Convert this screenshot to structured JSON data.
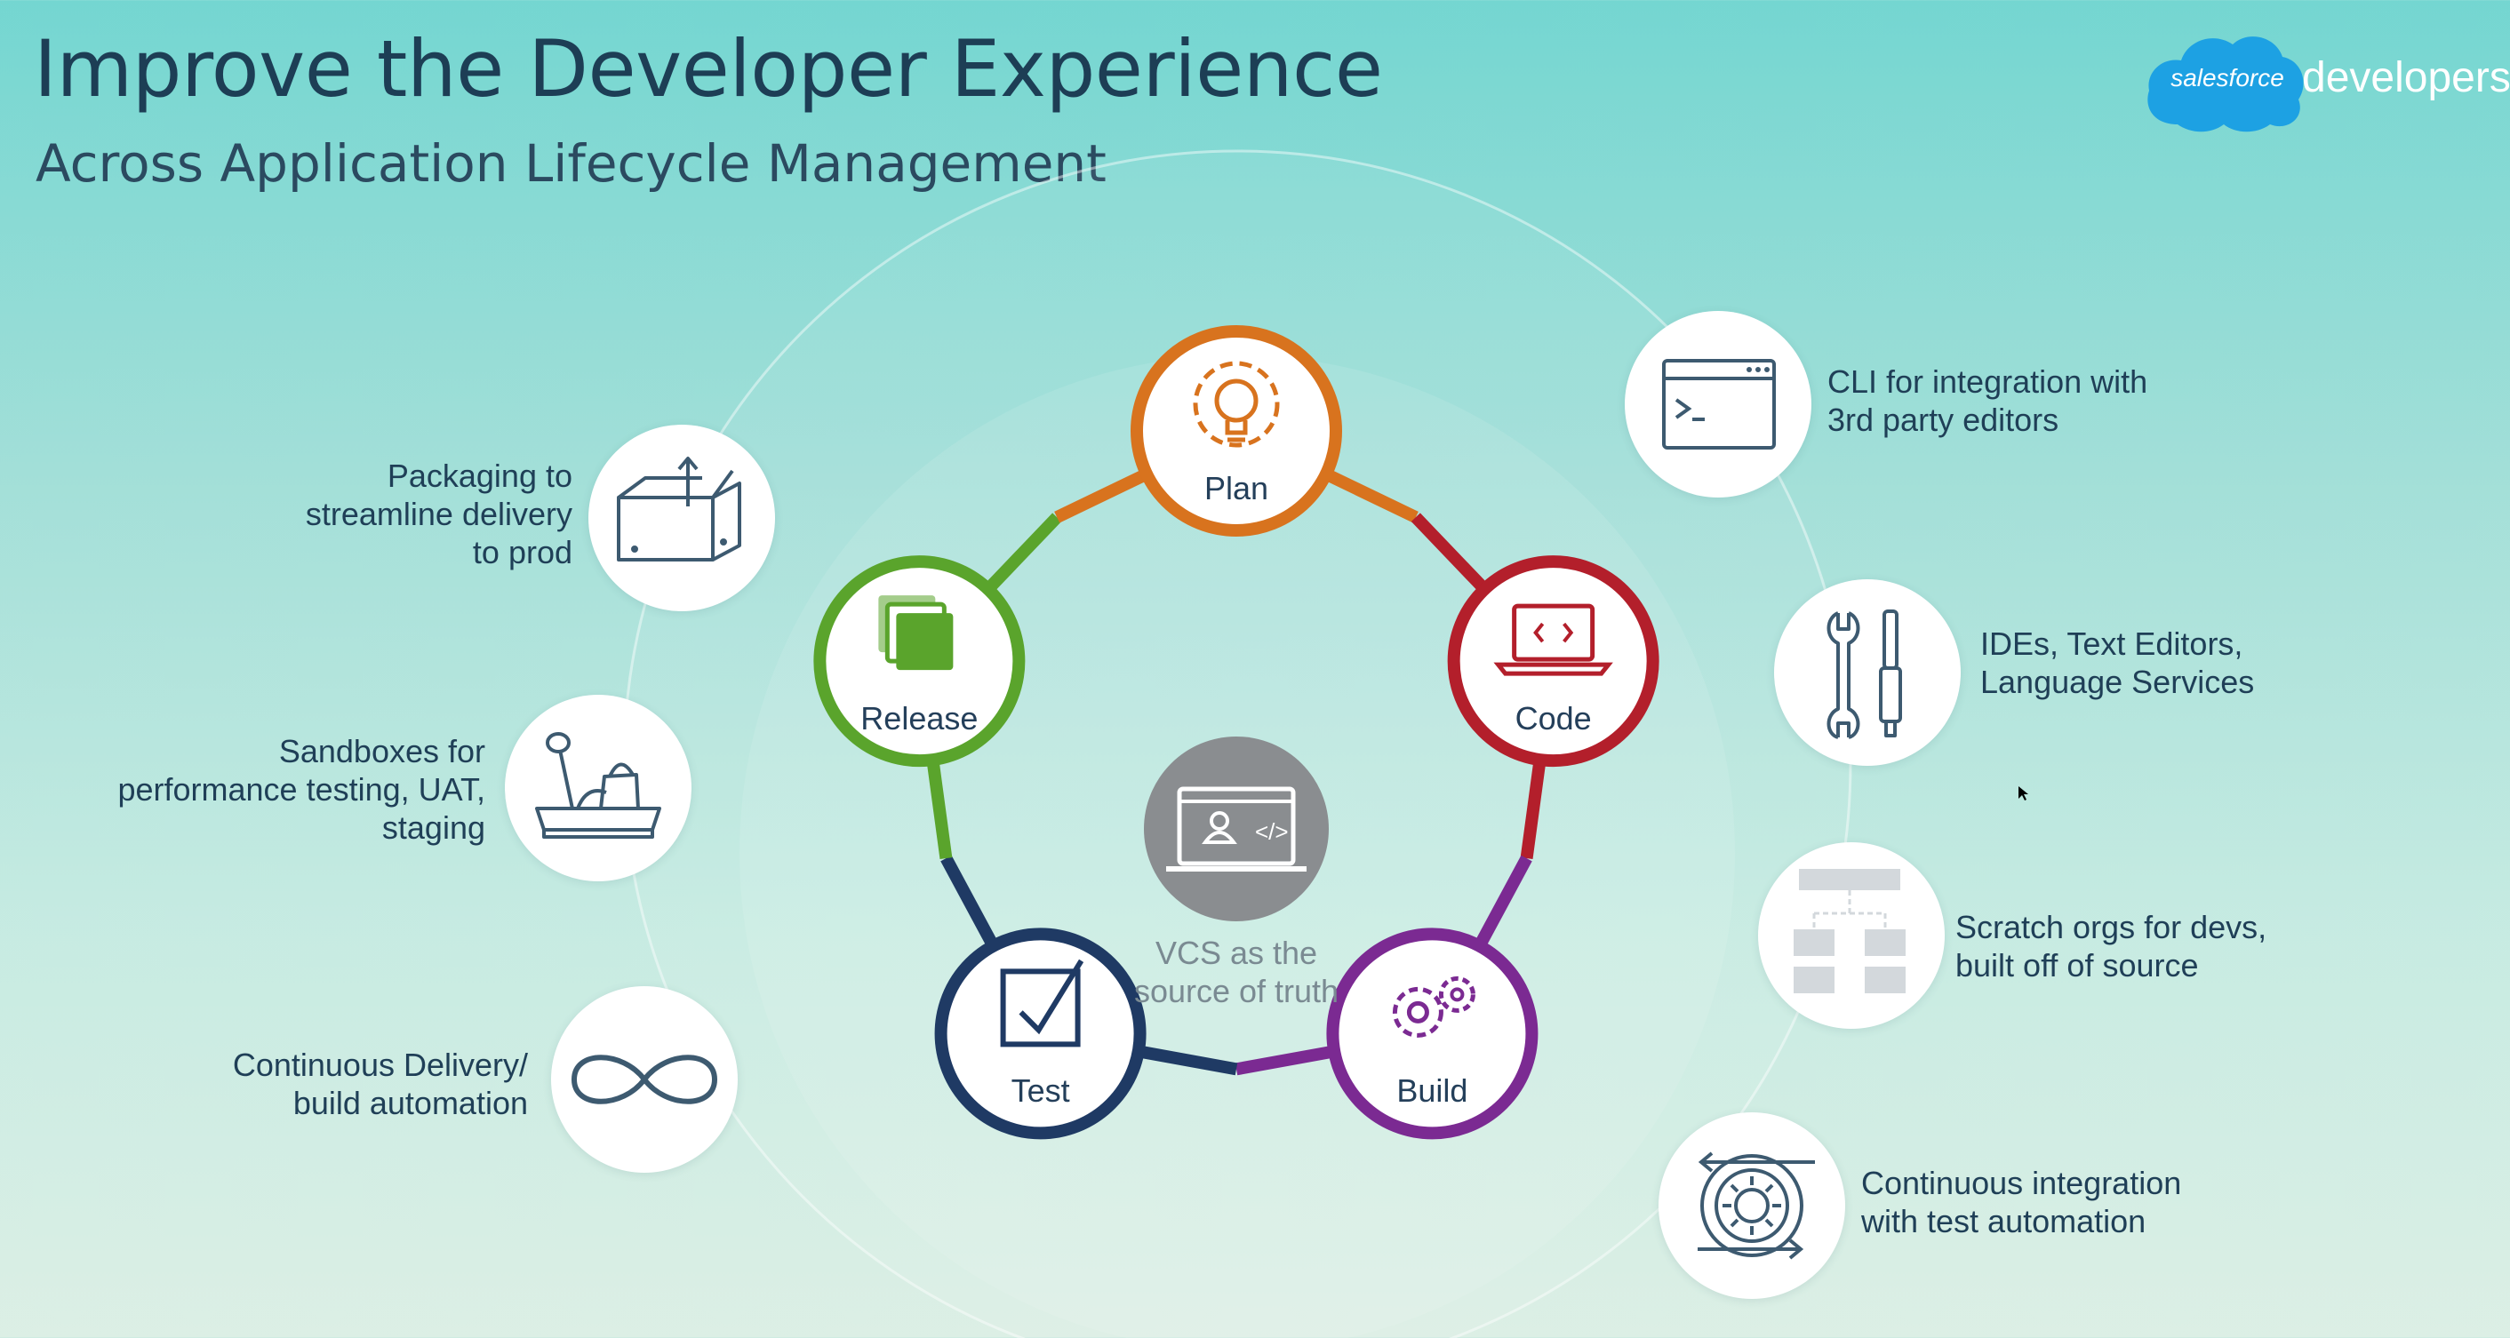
{
  "header": {
    "title": "Improve the Developer Experience",
    "subtitle": "Across Application Lifecycle Management"
  },
  "logo": {
    "cloud_text": "salesforce",
    "brand_text": "developers",
    "cloud_color": "#1da1e3"
  },
  "cycle": {
    "center_label": "VCS as the\nsource of truth",
    "nodes": [
      {
        "id": "plan",
        "label": "Plan",
        "color": "#d8731e",
        "icon": "lightbulb-gear-icon"
      },
      {
        "id": "code",
        "label": "Code",
        "color": "#b31f2b",
        "icon": "laptop-code-icon"
      },
      {
        "id": "build",
        "label": "Build",
        "color": "#7b2a92",
        "icon": "gears-icon"
      },
      {
        "id": "test",
        "label": "Test",
        "color": "#1f3a64",
        "icon": "checkbox-icon"
      },
      {
        "id": "release",
        "label": "Release",
        "color": "#5aa42c",
        "icon": "stacked-pages-icon"
      }
    ]
  },
  "left_items": [
    {
      "text": "Packaging to\nstreamline delivery\nto prod",
      "icon": "box-icon"
    },
    {
      "text": "Sandboxes for\nperformance testing, UAT,\nstaging",
      "icon": "sandbox-icon"
    },
    {
      "text": "Continuous Delivery/\nbuild automation",
      "icon": "infinity-icon"
    }
  ],
  "right_items": [
    {
      "text": "CLI for integration with\n3rd party editors",
      "icon": "terminal-icon"
    },
    {
      "text": "IDEs, Text Editors,\nLanguage Services",
      "icon": "wrench-screwdriver-icon"
    },
    {
      "text": "Scratch orgs for devs,\nbuilt off of source",
      "icon": "org-chart-icon"
    },
    {
      "text": "Continuous integration\nwith test automation",
      "icon": "gear-cycle-icon"
    }
  ]
}
